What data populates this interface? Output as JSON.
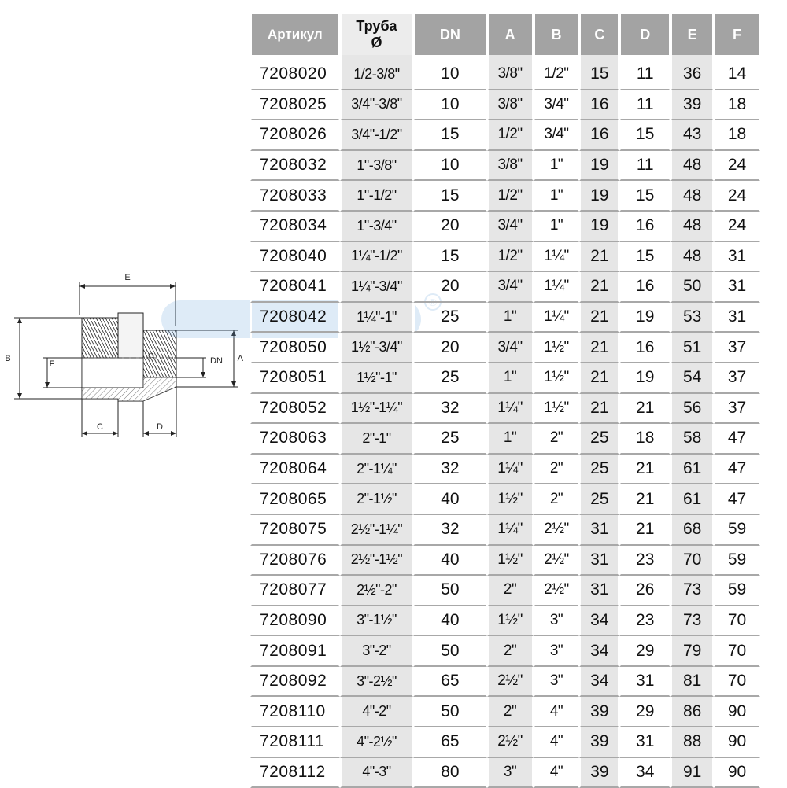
{
  "table": {
    "headers": [
      "Артикул",
      "Труба",
      "Ø",
      "DN",
      "A",
      "B",
      "C",
      "D",
      "E",
      "F"
    ],
    "rows": [
      [
        "7208020",
        "1/2-3/8\"",
        "10",
        "3/8\"",
        "1/2\"",
        "15",
        "11",
        "36",
        "14"
      ],
      [
        "7208025",
        "3/4\"-3/8\"",
        "10",
        "3/8\"",
        "3/4\"",
        "16",
        "11",
        "39",
        "18"
      ],
      [
        "7208026",
        "3/4\"-1/2\"",
        "15",
        "1/2\"",
        "3/4\"",
        "16",
        "15",
        "43",
        "18"
      ],
      [
        "7208032",
        "1\"-3/8\"",
        "10",
        "3/8\"",
        "1\"",
        "19",
        "11",
        "48",
        "24"
      ],
      [
        "7208033",
        "1\"-1/2\"",
        "15",
        "1/2\"",
        "1\"",
        "19",
        "15",
        "48",
        "24"
      ],
      [
        "7208034",
        "1\"-3/4\"",
        "20",
        "3/4\"",
        "1\"",
        "19",
        "16",
        "48",
        "24"
      ],
      [
        "7208040",
        "1¼\"-1/2\"",
        "15",
        "1/2\"",
        "1¼\"",
        "21",
        "15",
        "48",
        "31"
      ],
      [
        "7208041",
        "1¼\"-3/4\"",
        "20",
        "3/4\"",
        "1¼\"",
        "21",
        "16",
        "50",
        "31"
      ],
      [
        "7208042",
        "1¼\"-1\"",
        "25",
        "1\"",
        "1¼\"",
        "21",
        "19",
        "53",
        "31"
      ],
      [
        "7208050",
        "1½\"-3/4\"",
        "20",
        "3/4\"",
        "1½\"",
        "21",
        "16",
        "51",
        "37"
      ],
      [
        "7208051",
        "1½\"-1\"",
        "25",
        "1\"",
        "1½\"",
        "21",
        "19",
        "54",
        "37"
      ],
      [
        "7208052",
        "1½\"-1¼\"",
        "32",
        "1¼\"",
        "1½\"",
        "21",
        "21",
        "56",
        "37"
      ],
      [
        "7208063",
        "2\"-1\"",
        "25",
        "1\"",
        "2\"",
        "25",
        "18",
        "58",
        "47"
      ],
      [
        "7208064",
        "2\"-1¼\"",
        "32",
        "1¼\"",
        "2\"",
        "25",
        "21",
        "61",
        "47"
      ],
      [
        "7208065",
        "2\"-1½\"",
        "40",
        "1½\"",
        "2\"",
        "25",
        "21",
        "61",
        "47"
      ],
      [
        "7208075",
        "2½\"-1¼\"",
        "32",
        "1¼\"",
        "2½\"",
        "31",
        "21",
        "68",
        "59"
      ],
      [
        "7208076",
        "2½\"-1½\"",
        "40",
        "1½\"",
        "2½\"",
        "31",
        "23",
        "70",
        "59"
      ],
      [
        "7208077",
        "2½\"-2\"",
        "50",
        "2\"",
        "2½\"",
        "31",
        "26",
        "73",
        "59"
      ],
      [
        "7208090",
        "3\"-1½\"",
        "40",
        "1½\"",
        "3\"",
        "34",
        "23",
        "73",
        "70"
      ],
      [
        "7208091",
        "3\"-2\"",
        "50",
        "2\"",
        "3\"",
        "34",
        "29",
        "79",
        "70"
      ],
      [
        "7208092",
        "3\"-2½\"",
        "65",
        "2½\"",
        "3\"",
        "34",
        "31",
        "81",
        "70"
      ],
      [
        "7208110",
        "4\"-2\"",
        "50",
        "2\"",
        "4\"",
        "39",
        "29",
        "86",
        "90"
      ],
      [
        "7208111",
        "4\"-2½\"",
        "65",
        "2½\"",
        "4\"",
        "39",
        "31",
        "88",
        "90"
      ],
      [
        "7208112",
        "4\"-3\"",
        "80",
        "3\"",
        "4\"",
        "39",
        "34",
        "91",
        "90"
      ]
    ]
  },
  "diagram": {
    "labels": {
      "e": "E",
      "b": "B",
      "f": "F",
      "dn": "DN",
      "a": "A",
      "c": "C",
      "d": "D"
    },
    "watermark": "®"
  },
  "colors": {
    "header_bg": "#a3a3a3",
    "shade": "#e6e6e6",
    "row_line": "#a8a8a8"
  }
}
